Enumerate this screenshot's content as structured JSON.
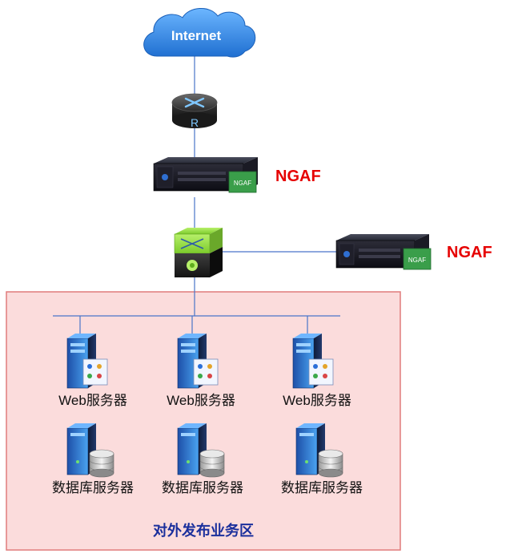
{
  "internet": {
    "label": "Internet"
  },
  "router": {
    "letter": "R"
  },
  "firewall_main": {
    "label": "NGAF",
    "badge": "NGAF"
  },
  "firewall_side": {
    "label": "NGAF",
    "badge": "NGAF"
  },
  "zone": {
    "label": "对外发布业务区",
    "fill": "#fbdcdc",
    "border": "#e07c7c"
  },
  "web_servers": [
    {
      "label": "Web服务器"
    },
    {
      "label": "Web服务器"
    },
    {
      "label": "Web服务器"
    }
  ],
  "db_servers": [
    {
      "label": "数据库服务器"
    },
    {
      "label": "数据库服务器"
    },
    {
      "label": "数据库服务器"
    }
  ],
  "colors": {
    "link": "#4a74c9",
    "ngaf_text": "#e60000",
    "zone_text": "#1a2f9c",
    "cloud": "#2f86e0"
  }
}
